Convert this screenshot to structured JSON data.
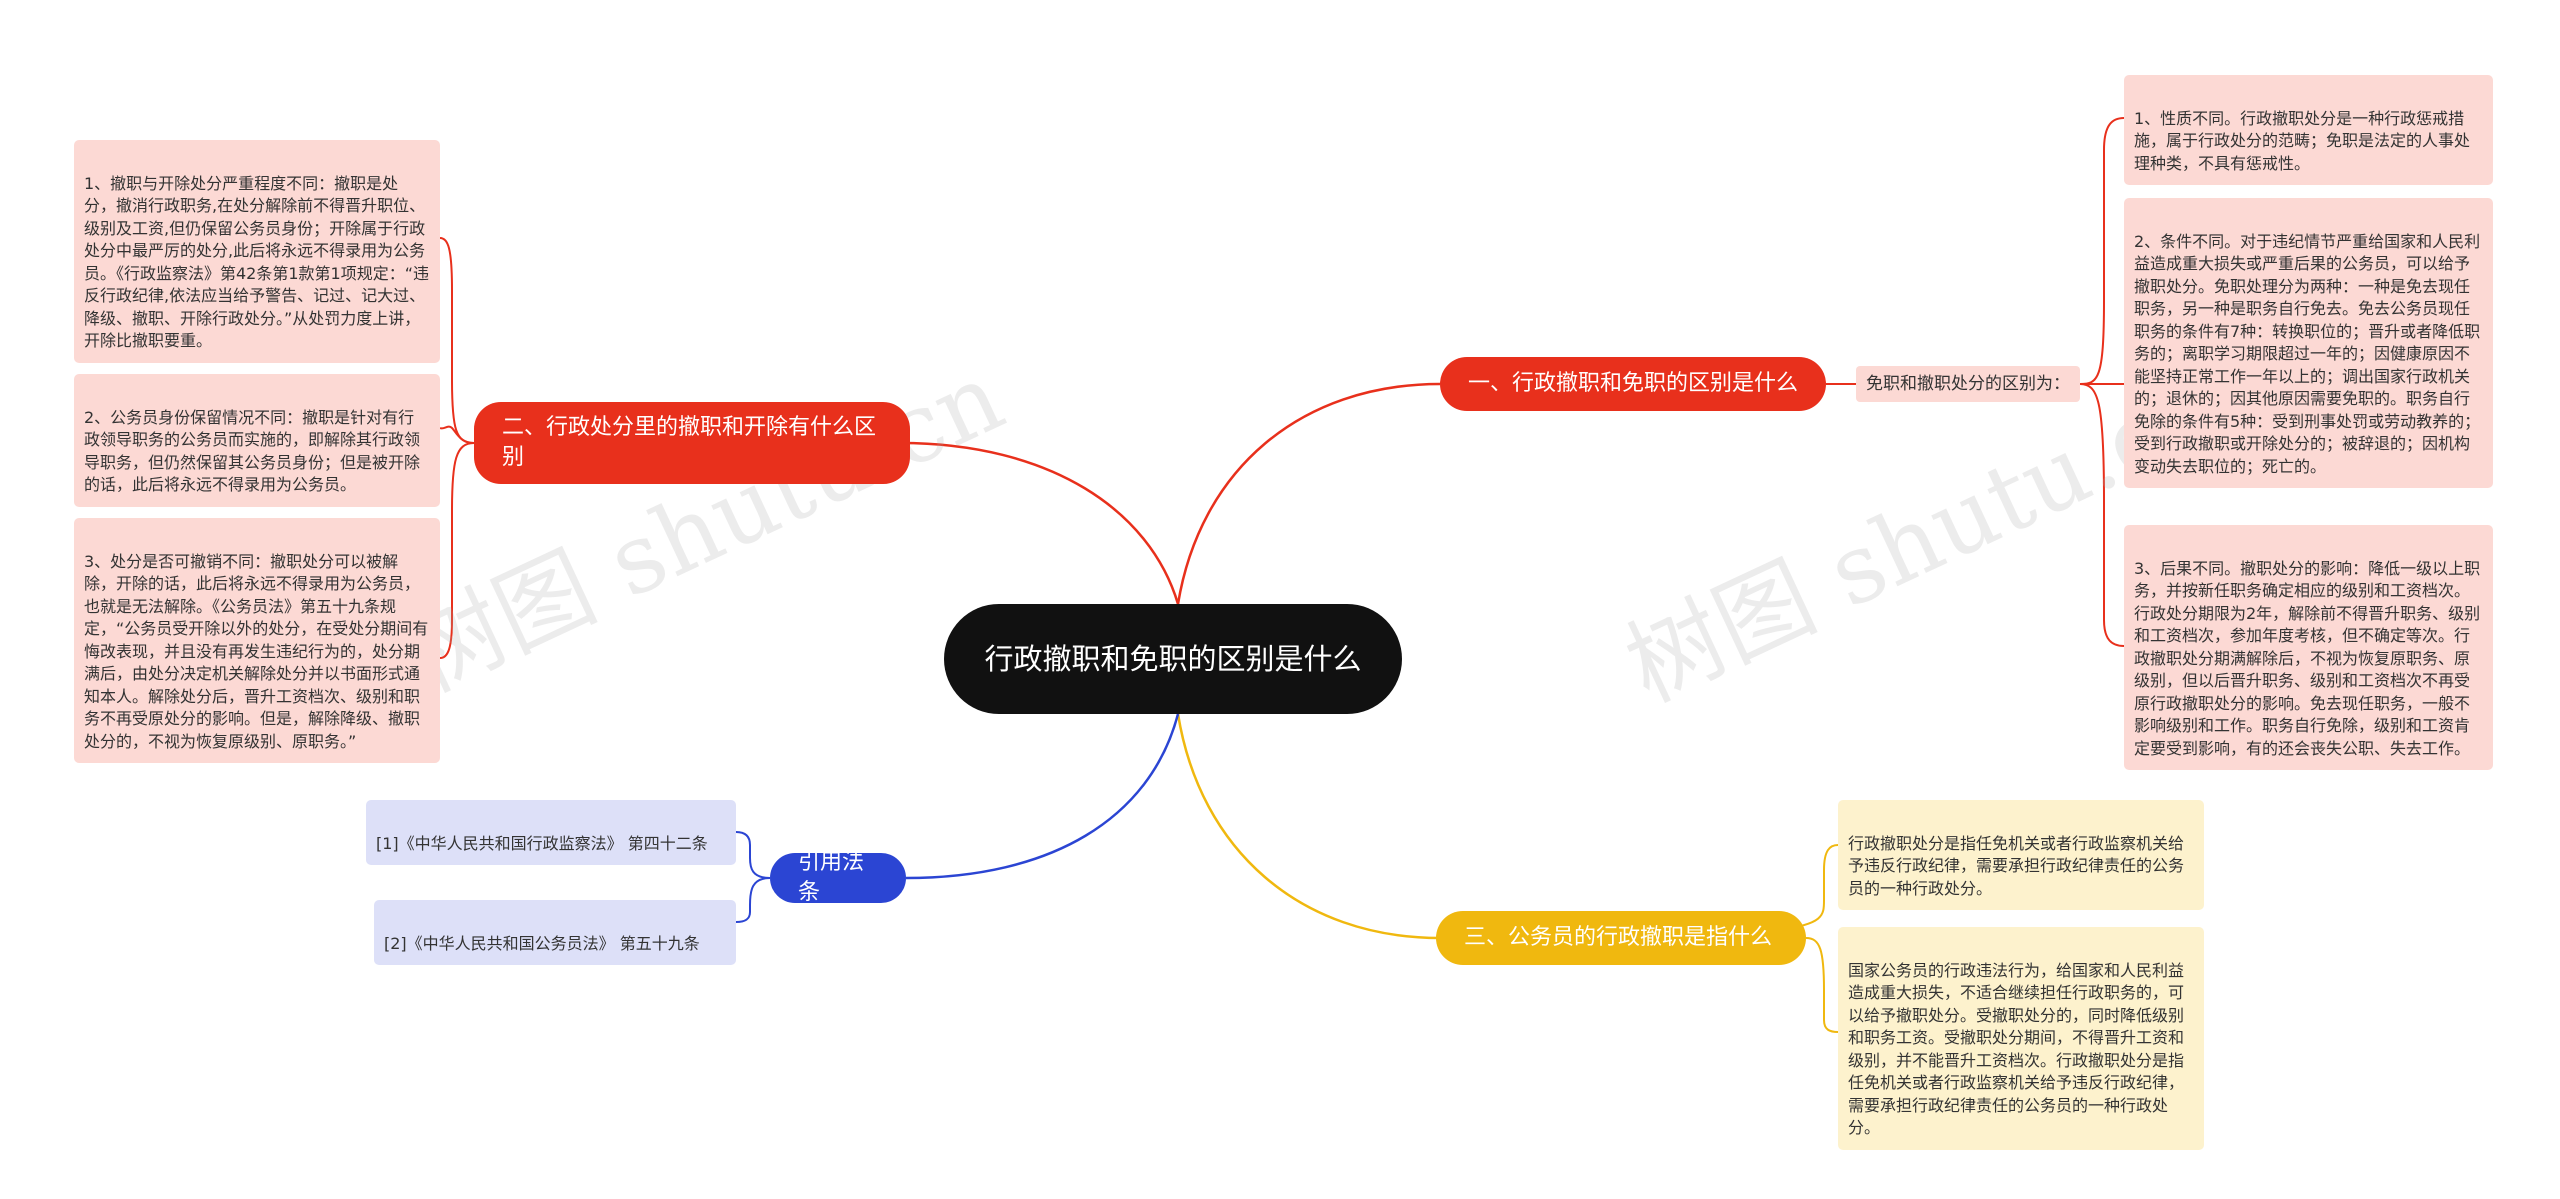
{
  "watermarks": [
    "树图 shutu.cn",
    "树图 shutu.cn"
  ],
  "colors": {
    "red": "#e8301c",
    "yellow": "#f0b80f",
    "blue": "#2b45d3",
    "center": "#111111"
  },
  "center": {
    "title": "行政撤职和免职的区别是什么"
  },
  "branch1": {
    "title": "一、行政撤职和免职的区别是什么",
    "sub_label": "免职和撤职处分的区别为：",
    "items": [
      "1、性质不同。行政撤职处分是一种行政惩戒措施，属于行政处分的范畴；免职是法定的人事处理种类，不具有惩戒性。",
      "2、条件不同。对于违纪情节严重给国家和人民利益造成重大损失或严重后果的公务员，可以给予撤职处分。免职处理分为两种：一种是免去现任职务，另一种是职务自行免去。免去公务员现任职务的条件有7种：转换职位的；晋升或者降低职务的；离职学习期限超过一年的；因健康原因不能坚持正常工作一年以上的；调出国家行政机关的；退休的；因其他原因需要免职的。职务自行免除的条件有5种：受到刑事处罚或劳动教养的；受到行政撤职或开除处分的；被辞退的；因机构变动失去职位的；死亡的。",
      "3、后果不同。撤职处分的影响：降低一级以上职务，并按新任职务确定相应的级别和工资档次。行政处分期限为2年，解除前不得晋升职务、级别和工资档次，参加年度考核，但不确定等次。行政撤职处分期满解除后，不视为恢复原职务、原级别，但以后晋升职务、级别和工资档次不再受原行政撤职处分的影响。免去现任职务，一般不影响级别和工作。职务自行免除，级别和工资肯定要受到影响，有的还会丧失公职、失去工作。"
    ]
  },
  "branch2": {
    "title": "二、行政处分里的撤职和开除有什么区别",
    "items": [
      "1、撤职与开除处分严重程度不同：撤职是处分，撤消行政职务,在处分解除前不得晋升职位、级别及工资,但仍保留公务员身份；开除属于行政处分中最严厉的处分,此后将永远不得录用为公务员。《行政监察法》第42条第1款第1项规定：“违反行政纪律,依法应当给予警告、记过、记大过、降级、撤职、开除行政处分。”从处罚力度上讲，开除比撤职要重。",
      "2、公务员身份保留情况不同：撤职是针对有行政领导职务的公务员而实施的，即解除其行政领导职务，但仍然保留其公务员身份；但是被开除的话，此后将永远不得录用为公务员。",
      "3、处分是否可撤销不同：撤职处分可以被解除，开除的话，此后将永远不得录用为公务员，也就是无法解除。《公务员法》第五十九条规定，“公务员受开除以外的处分，在受处分期间有悔改表现，并且没有再发生违纪行为的，处分期满后，由处分决定机关解除处分并以书面形式通知本人。解除处分后，晋升工资档次、级别和职务不再受原处分的影响。但是，解除降级、撤职处分的，不视为恢复原级别、原职务。”"
    ]
  },
  "branch3": {
    "title": "三、公务员的行政撤职是指什么",
    "items": [
      "行政撤职处分是指任免机关或者行政监察机关给予违反行政纪律，需要承担行政纪律责任的公务员的一种行政处分。",
      "国家公务员的行政违法行为，给国家和人民利益造成重大损失，不适合继续担任行政职务的，可以给予撤职处分。受撤职处分的，同时降低级别和职务工资。受撤职处分期间，不得晋升工资和级别，并不能晋升工资档次。行政撤职处分是指任免机关或者行政监察机关给予违反行政纪律，需要承担行政纪律责任的公务员的一种行政处分。"
    ]
  },
  "branch4": {
    "title": "引用法条",
    "items": [
      "[1]《中华人民共和国行政监察法》 第四十二条",
      "[2]《中华人民共和国公务员法》 第五十九条"
    ]
  }
}
